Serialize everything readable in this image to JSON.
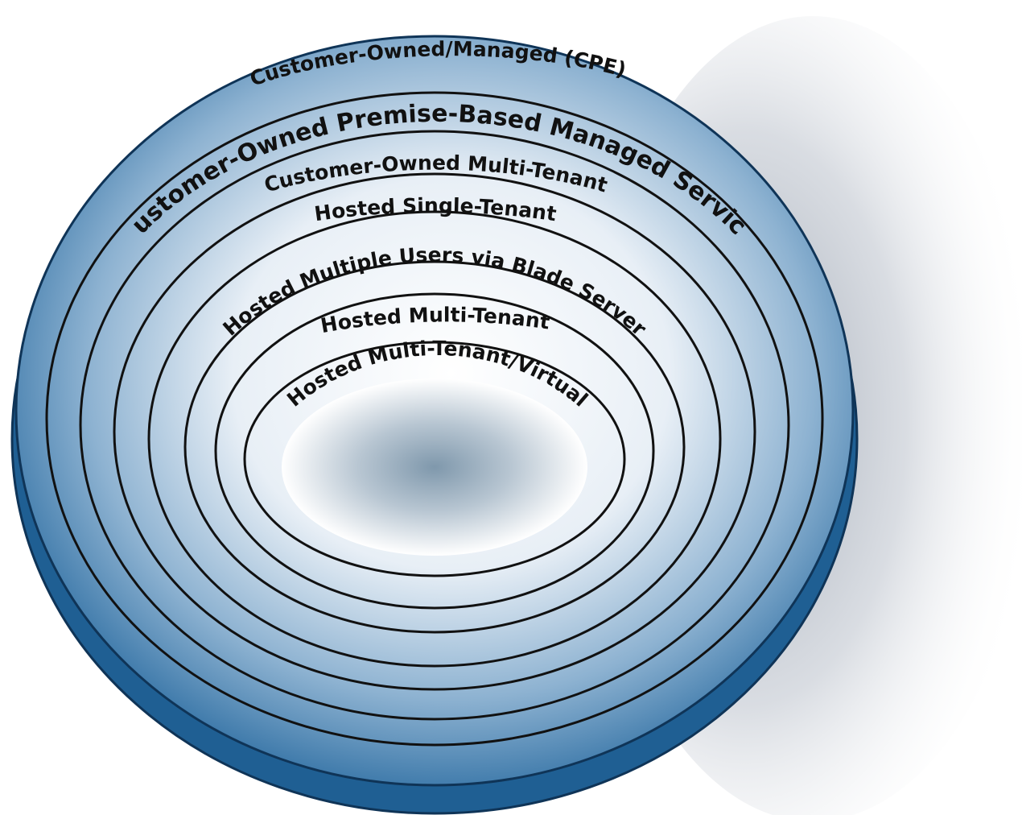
{
  "diagram": {
    "title": "",
    "colors": {
      "outer_blue": "#1f5f93",
      "mid_blue": "#5b8fba",
      "light_center": "#ffffff",
      "ring_line": "#111111",
      "center_gray": "#8fa2b3",
      "shadow_gray": "#c8ccd3"
    },
    "rings": [
      {
        "id": "cpe",
        "label": "Customer-Owned/Managed (CPE)"
      },
      {
        "id": "premise-managed",
        "label": "Customer-Owned Premise-Based Managed Service"
      },
      {
        "id": "customer-multi-tenant",
        "label": "Customer-Owned Multi-Tenant"
      },
      {
        "id": "hosted-single-tenant",
        "label": "Hosted Single-Tenant"
      },
      {
        "id": "hosted-blade",
        "label": "Hosted Multiple Users via Blade Server"
      },
      {
        "id": "hosted-multi-tenant",
        "label": "Hosted Multi-Tenant"
      },
      {
        "id": "hosted-virtual",
        "label": "Hosted Multi-Tenant/Virtual"
      }
    ]
  }
}
